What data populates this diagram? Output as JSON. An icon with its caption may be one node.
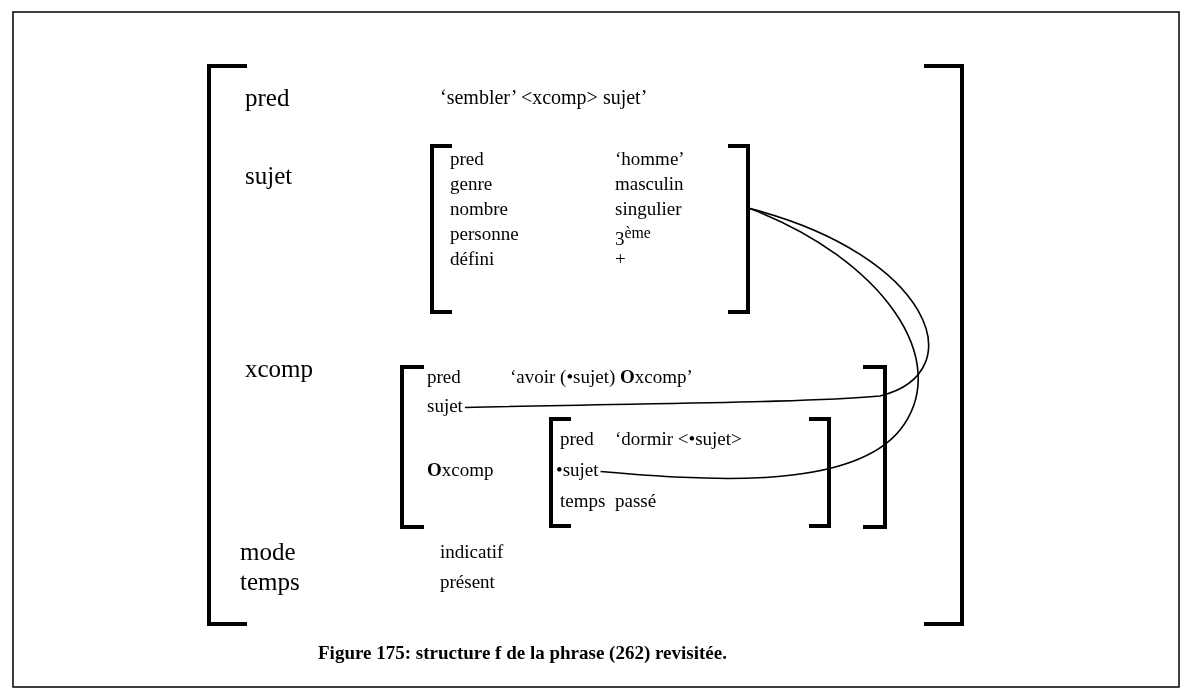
{
  "diagram": {
    "caption": "Figure 175: structure f de la phrase (262) revisitée.",
    "nodes": [
      {
        "text": [
          "pred",
          "‘sembler’ <xcomp> sujet’",
          "sujet",
          "xcomp",
          "mode",
          "indicatif",
          "temps",
          "présent"
        ]
      },
      {
        "text": [
          "pred",
          "‘homme’",
          "genre",
          "masculin",
          "nombre",
          "singulier",
          "personne",
          "3$^{ème}$",
          "défini",
          "+"
        ],
        "in": 0
      },
      {
        "text": [
          "pred",
          "‘avoir (•sujet) **O**xcomp’",
          "**O**xcomp"
        ],
        "in": 0
      },
      {
        "text": [
          "sujet"
        ],
        "in": 2
      },
      {
        "text": [
          "pred",
          "‘dormir <•sujet>",
          "temps",
          "passé"
        ],
        "in": 2
      },
      {
        "text": [
          "•sujet"
        ],
        "in": 4
      }
    ],
    "edges": [
      {
        "from": 3,
        "to": 1,
        "arrow": "none"
      },
      {
        "from": 5,
        "to": 1,
        "arrow": "none"
      }
    ]
  }
}
